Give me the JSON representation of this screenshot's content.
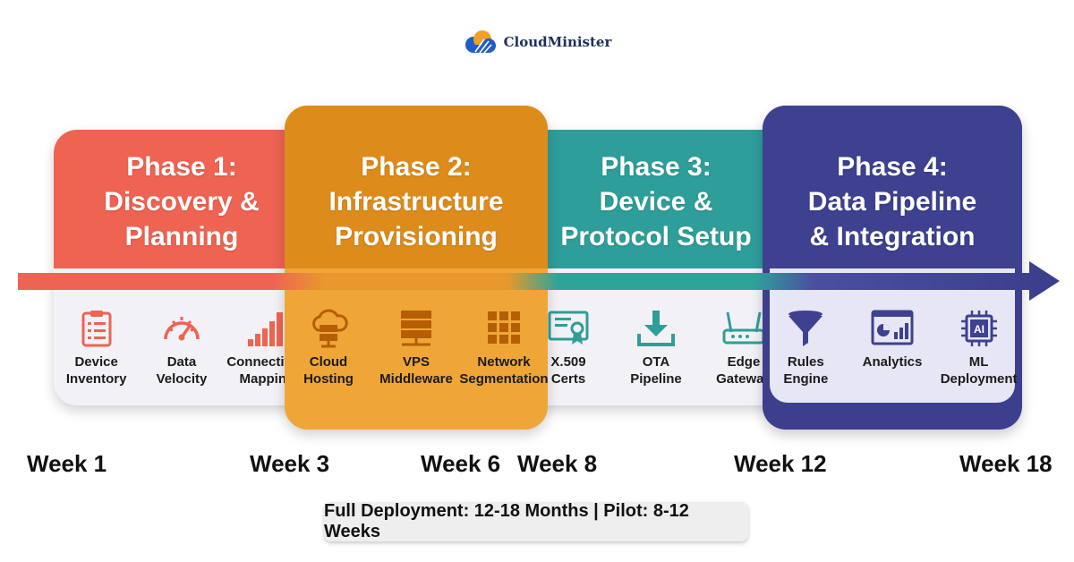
{
  "brand": {
    "name": "CloudMinister",
    "logo_icon": "cloud-icon"
  },
  "colors": {
    "phase1": "#ef6352",
    "phase2": "#dd8c1c",
    "phase3": "#2e9e9a",
    "phase4": "#3d418f"
  },
  "phases": [
    {
      "title": "Phase 1:\nDiscovery &\nPlanning",
      "items": [
        {
          "icon": "clipboard-icon",
          "label": "Device\nInventory"
        },
        {
          "icon": "speedometer-icon",
          "label": "Data\nVelocity"
        },
        {
          "icon": "signal-bars-icon",
          "label": "Connectivity\nMapping"
        }
      ]
    },
    {
      "title": "Phase 2:\nInfrastructure\nProvisioning",
      "items": [
        {
          "icon": "cloud-server-icon",
          "label": "Cloud\nHosting"
        },
        {
          "icon": "server-stack-icon",
          "label": "VPS\nMiddleware"
        },
        {
          "icon": "grid-icon",
          "label": "Network\nSegmentation"
        }
      ]
    },
    {
      "title": "Phase 3:\nDevice &\nProtocol Setup",
      "items": [
        {
          "icon": "certificate-icon",
          "label": "X.509\nCerts"
        },
        {
          "icon": "download-icon",
          "label": "OTA\nPipeline"
        },
        {
          "icon": "router-icon",
          "label": "Edge\nGateway"
        }
      ]
    },
    {
      "title": "Phase 4:\nData Pipeline\n& Integration",
      "items": [
        {
          "icon": "funnel-icon",
          "label": "Rules\nEngine"
        },
        {
          "icon": "analytics-dashboard-icon",
          "label": "Analytics"
        },
        {
          "icon": "ai-chip-icon",
          "label": "ML\nDeployment"
        }
      ]
    }
  ],
  "weeks": [
    "Week 1",
    "Week 3",
    "Week 6",
    "Week 8",
    "Week 12",
    "Week 18"
  ],
  "footer": "Full Deployment: 12-18 Months | Pilot: 8-12 Weeks"
}
